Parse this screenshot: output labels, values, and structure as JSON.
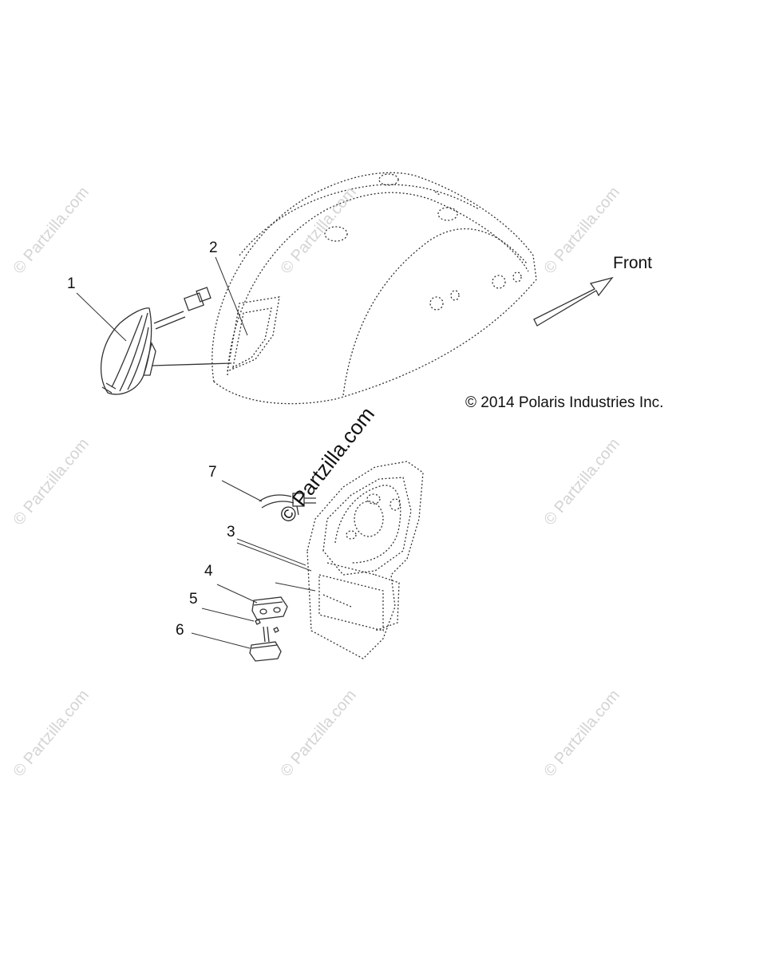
{
  "diagram": {
    "front_label": "Front",
    "copyright": "© 2014 Polaris Industries Inc.",
    "center_watermark": "© Partzilla.com",
    "watermark_text": "© Partzilla.com",
    "callouts": [
      "1",
      "2",
      "3",
      "4",
      "5",
      "6",
      "7"
    ]
  }
}
